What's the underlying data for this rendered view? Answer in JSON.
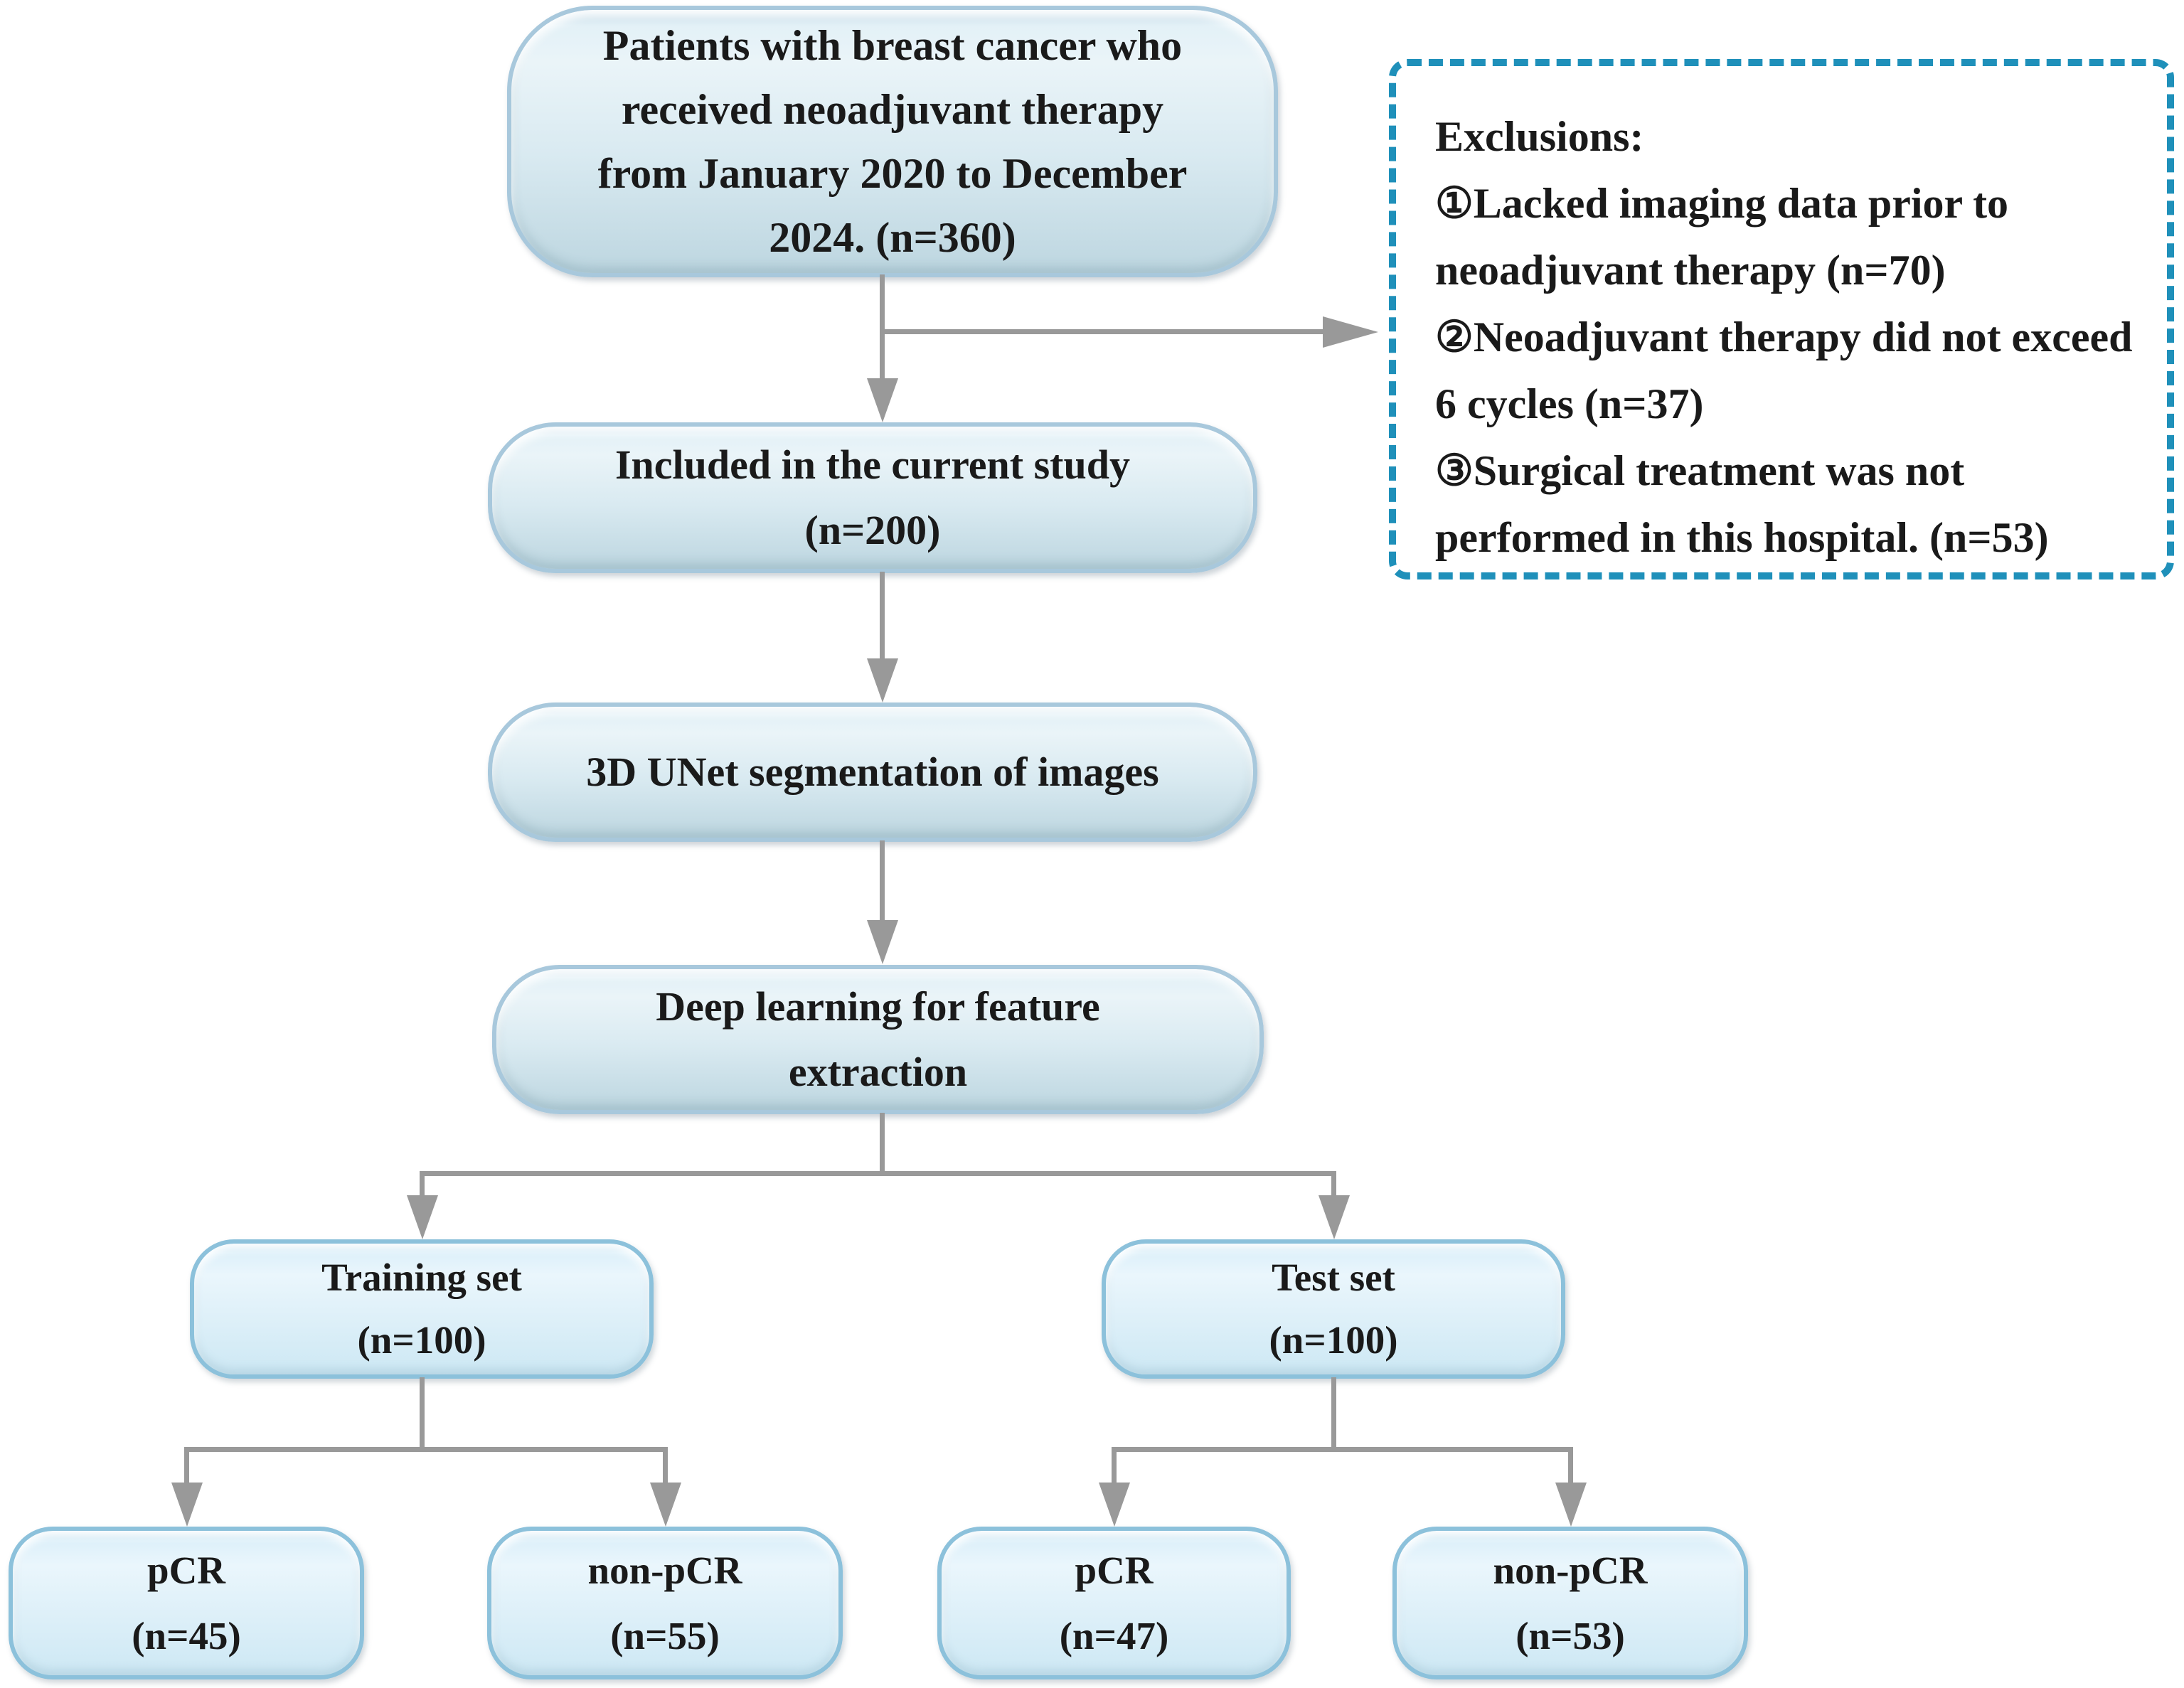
{
  "colors": {
    "node_border": "#a8c8dc",
    "node_fill_top": "#b9d3e2",
    "node_fill_hi": "#eaf4f8",
    "node_fill_mid": "#d9eaf1",
    "node_fill_bot": "#bdd6e0",
    "leaf_border": "#8cc1db",
    "leaf_fill_top": "#b2d6e9",
    "leaf_fill_hi": "#eaf6fc",
    "leaf_fill_bot": "#cde8f4",
    "connector": "#999999",
    "exclusions_border": "#1f90ba",
    "text": "#1a1a1a",
    "background": "#ffffff"
  },
  "nodes": {
    "patients": {
      "text": "Patients with breast cancer who\nreceived neoadjuvant therapy\nfrom January 2020 to December\n2024.  (n=360)"
    },
    "included": {
      "text": "Included in the current study\n(n=200)"
    },
    "segmentation": {
      "text": "3D UNet segmentation of images"
    },
    "deep_learning": {
      "text": "Deep learning for feature\nextraction"
    },
    "training_set": {
      "text": "Training set\n(n=100)"
    },
    "test_set": {
      "text": "Test set\n(n=100)"
    },
    "train_pcr": {
      "text": "pCR\n(n=45)"
    },
    "train_non_pcr": {
      "text": "non-pCR\n(n=55)"
    },
    "test_pcr": {
      "text": "pCR\n(n=47)"
    },
    "test_non_pcr": {
      "text": "non-pCR\n(n=53)"
    }
  },
  "exclusions": {
    "title": "Exclusions:",
    "items": [
      "①Lacked imaging data prior to neoadjuvant therapy (n=70)",
      "②Neoadjuvant therapy did not exceed 6 cycles (n=37)",
      "③Surgical treatment was not performed in this hospital. (n=53)"
    ]
  }
}
